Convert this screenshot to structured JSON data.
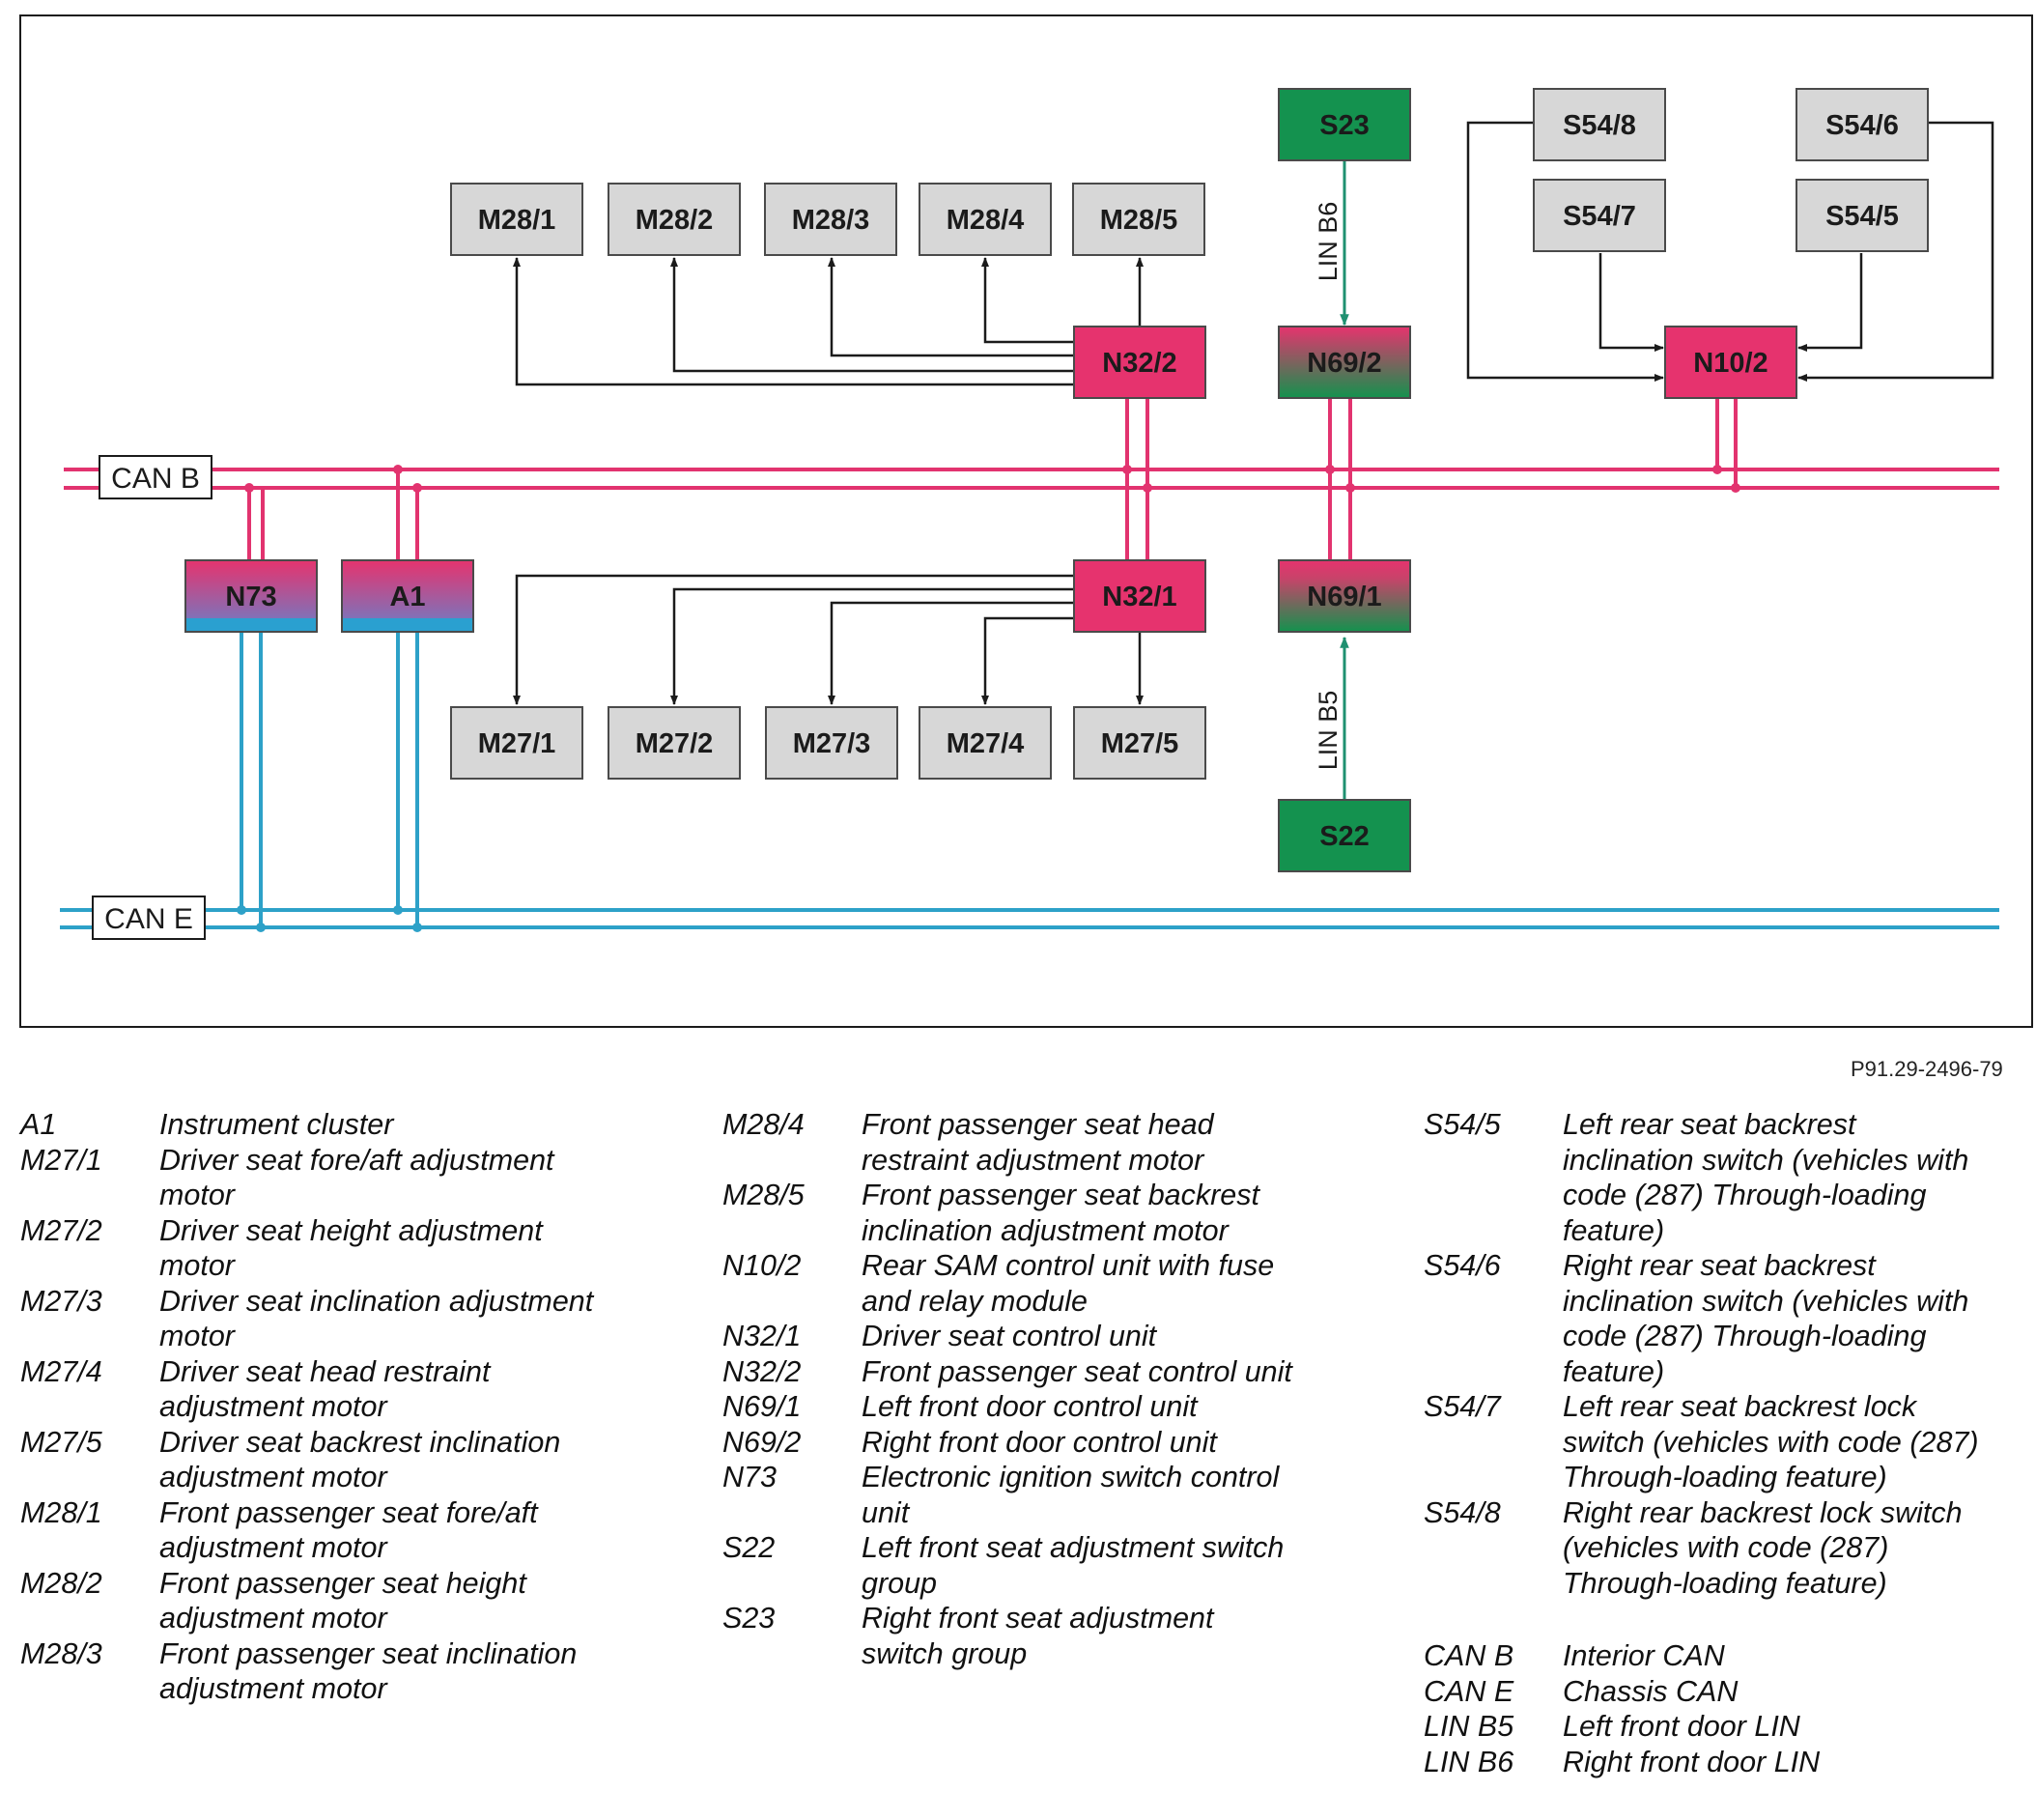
{
  "colors": {
    "can_b": "#e2336f",
    "can_e": "#2da1c8",
    "lin": "#1f9070",
    "grey_box": "#d7d7d7",
    "red_box": "#e6336e",
    "green_box": "#14924f",
    "line": "#1b1b1b"
  },
  "buses": {
    "can_b_label": "CAN B",
    "can_e_label": "CAN E"
  },
  "lin": {
    "b6_label": "LIN B6",
    "b5_label": "LIN B5"
  },
  "boxes": {
    "M28_1": "M28/1",
    "M28_2": "M28/2",
    "M28_3": "M28/3",
    "M28_4": "M28/4",
    "M28_5": "M28/5",
    "N32_2": "N32/2",
    "N32_1": "N32/1",
    "M27_1": "M27/1",
    "M27_2": "M27/2",
    "M27_3": "M27/3",
    "M27_4": "M27/4",
    "M27_5": "M27/5",
    "S23": "S23",
    "S22": "S22",
    "N69_2": "N69/2",
    "N69_1": "N69/1",
    "S54_8": "S54/8",
    "S54_6": "S54/6",
    "S54_7": "S54/7",
    "S54_5": "S54/5",
    "N10_2": "N10/2",
    "N73": "N73",
    "A1": "A1"
  },
  "figure_ref": "P91.29-2496-79",
  "legend": {
    "col1": [
      {
        "code": "A1",
        "lines": [
          "Instrument cluster"
        ]
      },
      {
        "code": "M27/1",
        "lines": [
          "Driver seat fore/aft adjustment",
          "motor"
        ]
      },
      {
        "code": "M27/2",
        "lines": [
          "Driver seat height adjustment",
          "motor"
        ]
      },
      {
        "code": "M27/3",
        "lines": [
          "Driver seat inclination adjustment",
          "motor"
        ]
      },
      {
        "code": "M27/4",
        "lines": [
          "Driver seat head restraint",
          "adjustment motor"
        ]
      },
      {
        "code": "M27/5",
        "lines": [
          "Driver seat backrest inclination",
          "adjustment motor"
        ]
      },
      {
        "code": "M28/1",
        "lines": [
          "Front passenger seat fore/aft",
          "adjustment motor"
        ]
      },
      {
        "code": "M28/2",
        "lines": [
          "Front passenger seat height",
          "adjustment motor"
        ]
      },
      {
        "code": "M28/3",
        "lines": [
          "Front passenger seat inclination",
          "adjustment motor"
        ]
      }
    ],
    "col2": [
      {
        "code": "M28/4",
        "lines": [
          "Front passenger seat head",
          "restraint adjustment motor"
        ]
      },
      {
        "code": "M28/5",
        "lines": [
          "Front passenger seat backrest",
          "inclination adjustment motor"
        ]
      },
      {
        "code": "N10/2",
        "lines": [
          "Rear SAM control unit with fuse",
          "and relay module"
        ]
      },
      {
        "code": "N32/1",
        "lines": [
          "Driver seat control unit"
        ]
      },
      {
        "code": "N32/2",
        "lines": [
          "Front passenger seat control unit"
        ]
      },
      {
        "code": "N69/1",
        "lines": [
          "Left front door control unit"
        ]
      },
      {
        "code": "N69/2",
        "lines": [
          "Right front door control unit"
        ]
      },
      {
        "code": "N73",
        "lines": [
          "Electronic ignition switch control",
          "unit"
        ]
      },
      {
        "code": "S22",
        "lines": [
          "Left front seat adjustment switch",
          "group"
        ]
      },
      {
        "code": "S23",
        "lines": [
          "Right front seat adjustment",
          "switch group"
        ]
      }
    ],
    "col3": [
      {
        "code": "S54/5",
        "lines": [
          "Left rear seat backrest",
          "inclination switch (vehicles with",
          "code (287) Through-loading",
          "feature)"
        ]
      },
      {
        "code": "S54/6",
        "lines": [
          "Right rear seat backrest",
          "inclination switch (vehicles with",
          "code (287) Through-loading",
          "feature)"
        ]
      },
      {
        "code": "S54/7",
        "lines": [
          "Left rear seat backrest lock",
          "switch (vehicles with code (287)",
          "Through-loading feature)"
        ]
      },
      {
        "code": "S54/8",
        "lines": [
          "Right rear backrest lock switch",
          "(vehicles with code (287)",
          "Through-loading feature)"
        ]
      }
    ],
    "col3_bus": [
      {
        "code": "CAN B",
        "lines": [
          "Interior CAN"
        ]
      },
      {
        "code": "CAN E",
        "lines": [
          "Chassis CAN"
        ]
      },
      {
        "code": "LIN B5",
        "lines": [
          "Left front door LIN"
        ]
      },
      {
        "code": "LIN B6",
        "lines": [
          "Right front door LIN"
        ]
      }
    ]
  }
}
